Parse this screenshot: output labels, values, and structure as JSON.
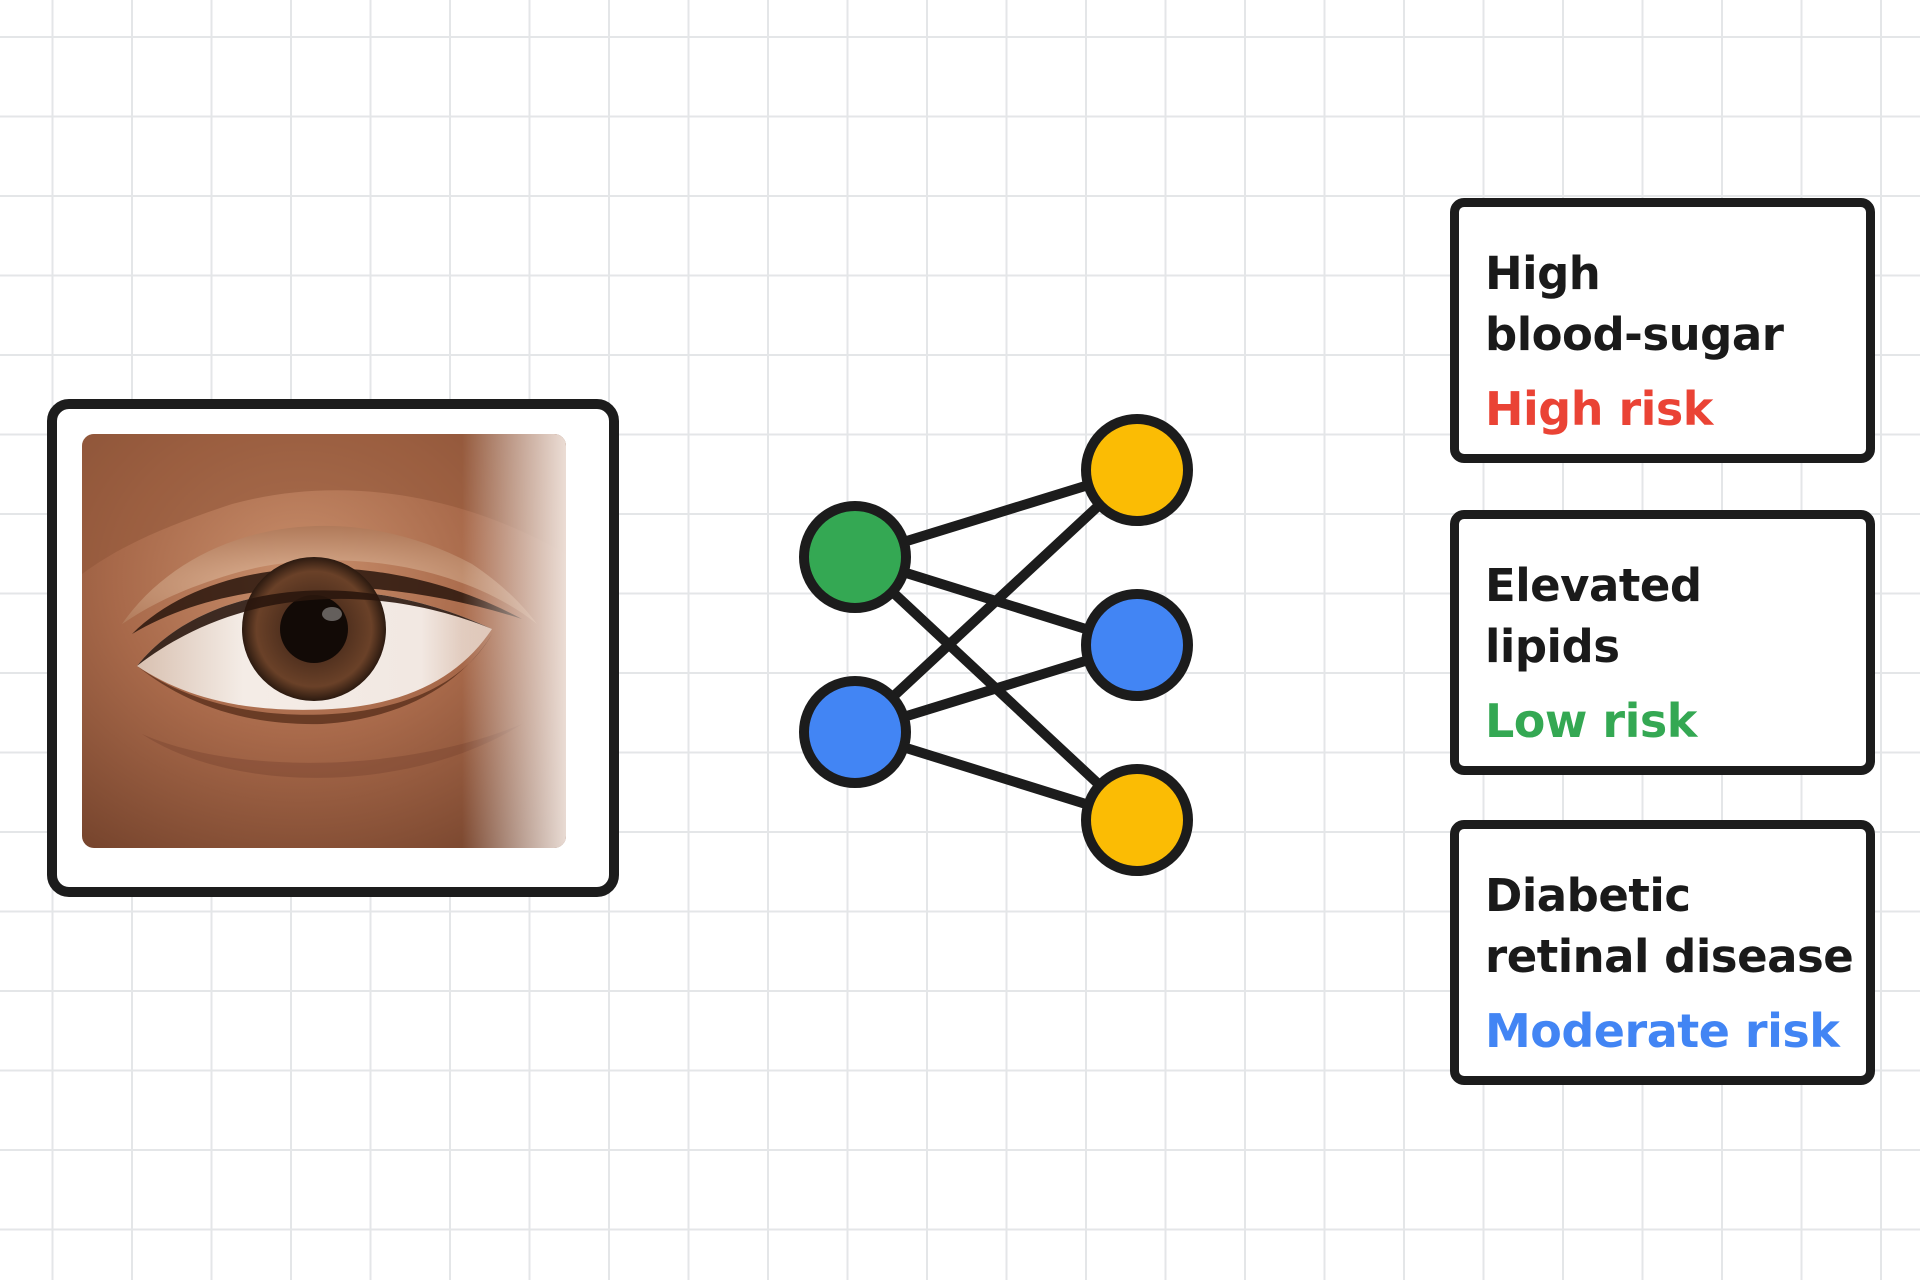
{
  "photo": {
    "icon": "eye-photo",
    "subject": "close-up of a human eye"
  },
  "network": {
    "input_nodes": [
      {
        "color": "#34a853"
      },
      {
        "color": "#4285f4"
      }
    ],
    "output_nodes": [
      {
        "color": "#fbbc04"
      },
      {
        "color": "#4285f4"
      },
      {
        "color": "#fbbc04"
      }
    ],
    "edge_color": "#1c1c1c"
  },
  "outputs": [
    {
      "title_lines": [
        "High",
        "blood-sugar"
      ],
      "risk": "High risk",
      "risk_color": "#ea4335"
    },
    {
      "title_lines": [
        "Elevated",
        "lipids"
      ],
      "risk": "Low risk",
      "risk_color": "#34a853"
    },
    {
      "title_lines": [
        "Diabetic",
        "retinal disease"
      ],
      "risk": "Moderate risk",
      "risk_color": "#4285f4"
    }
  ]
}
